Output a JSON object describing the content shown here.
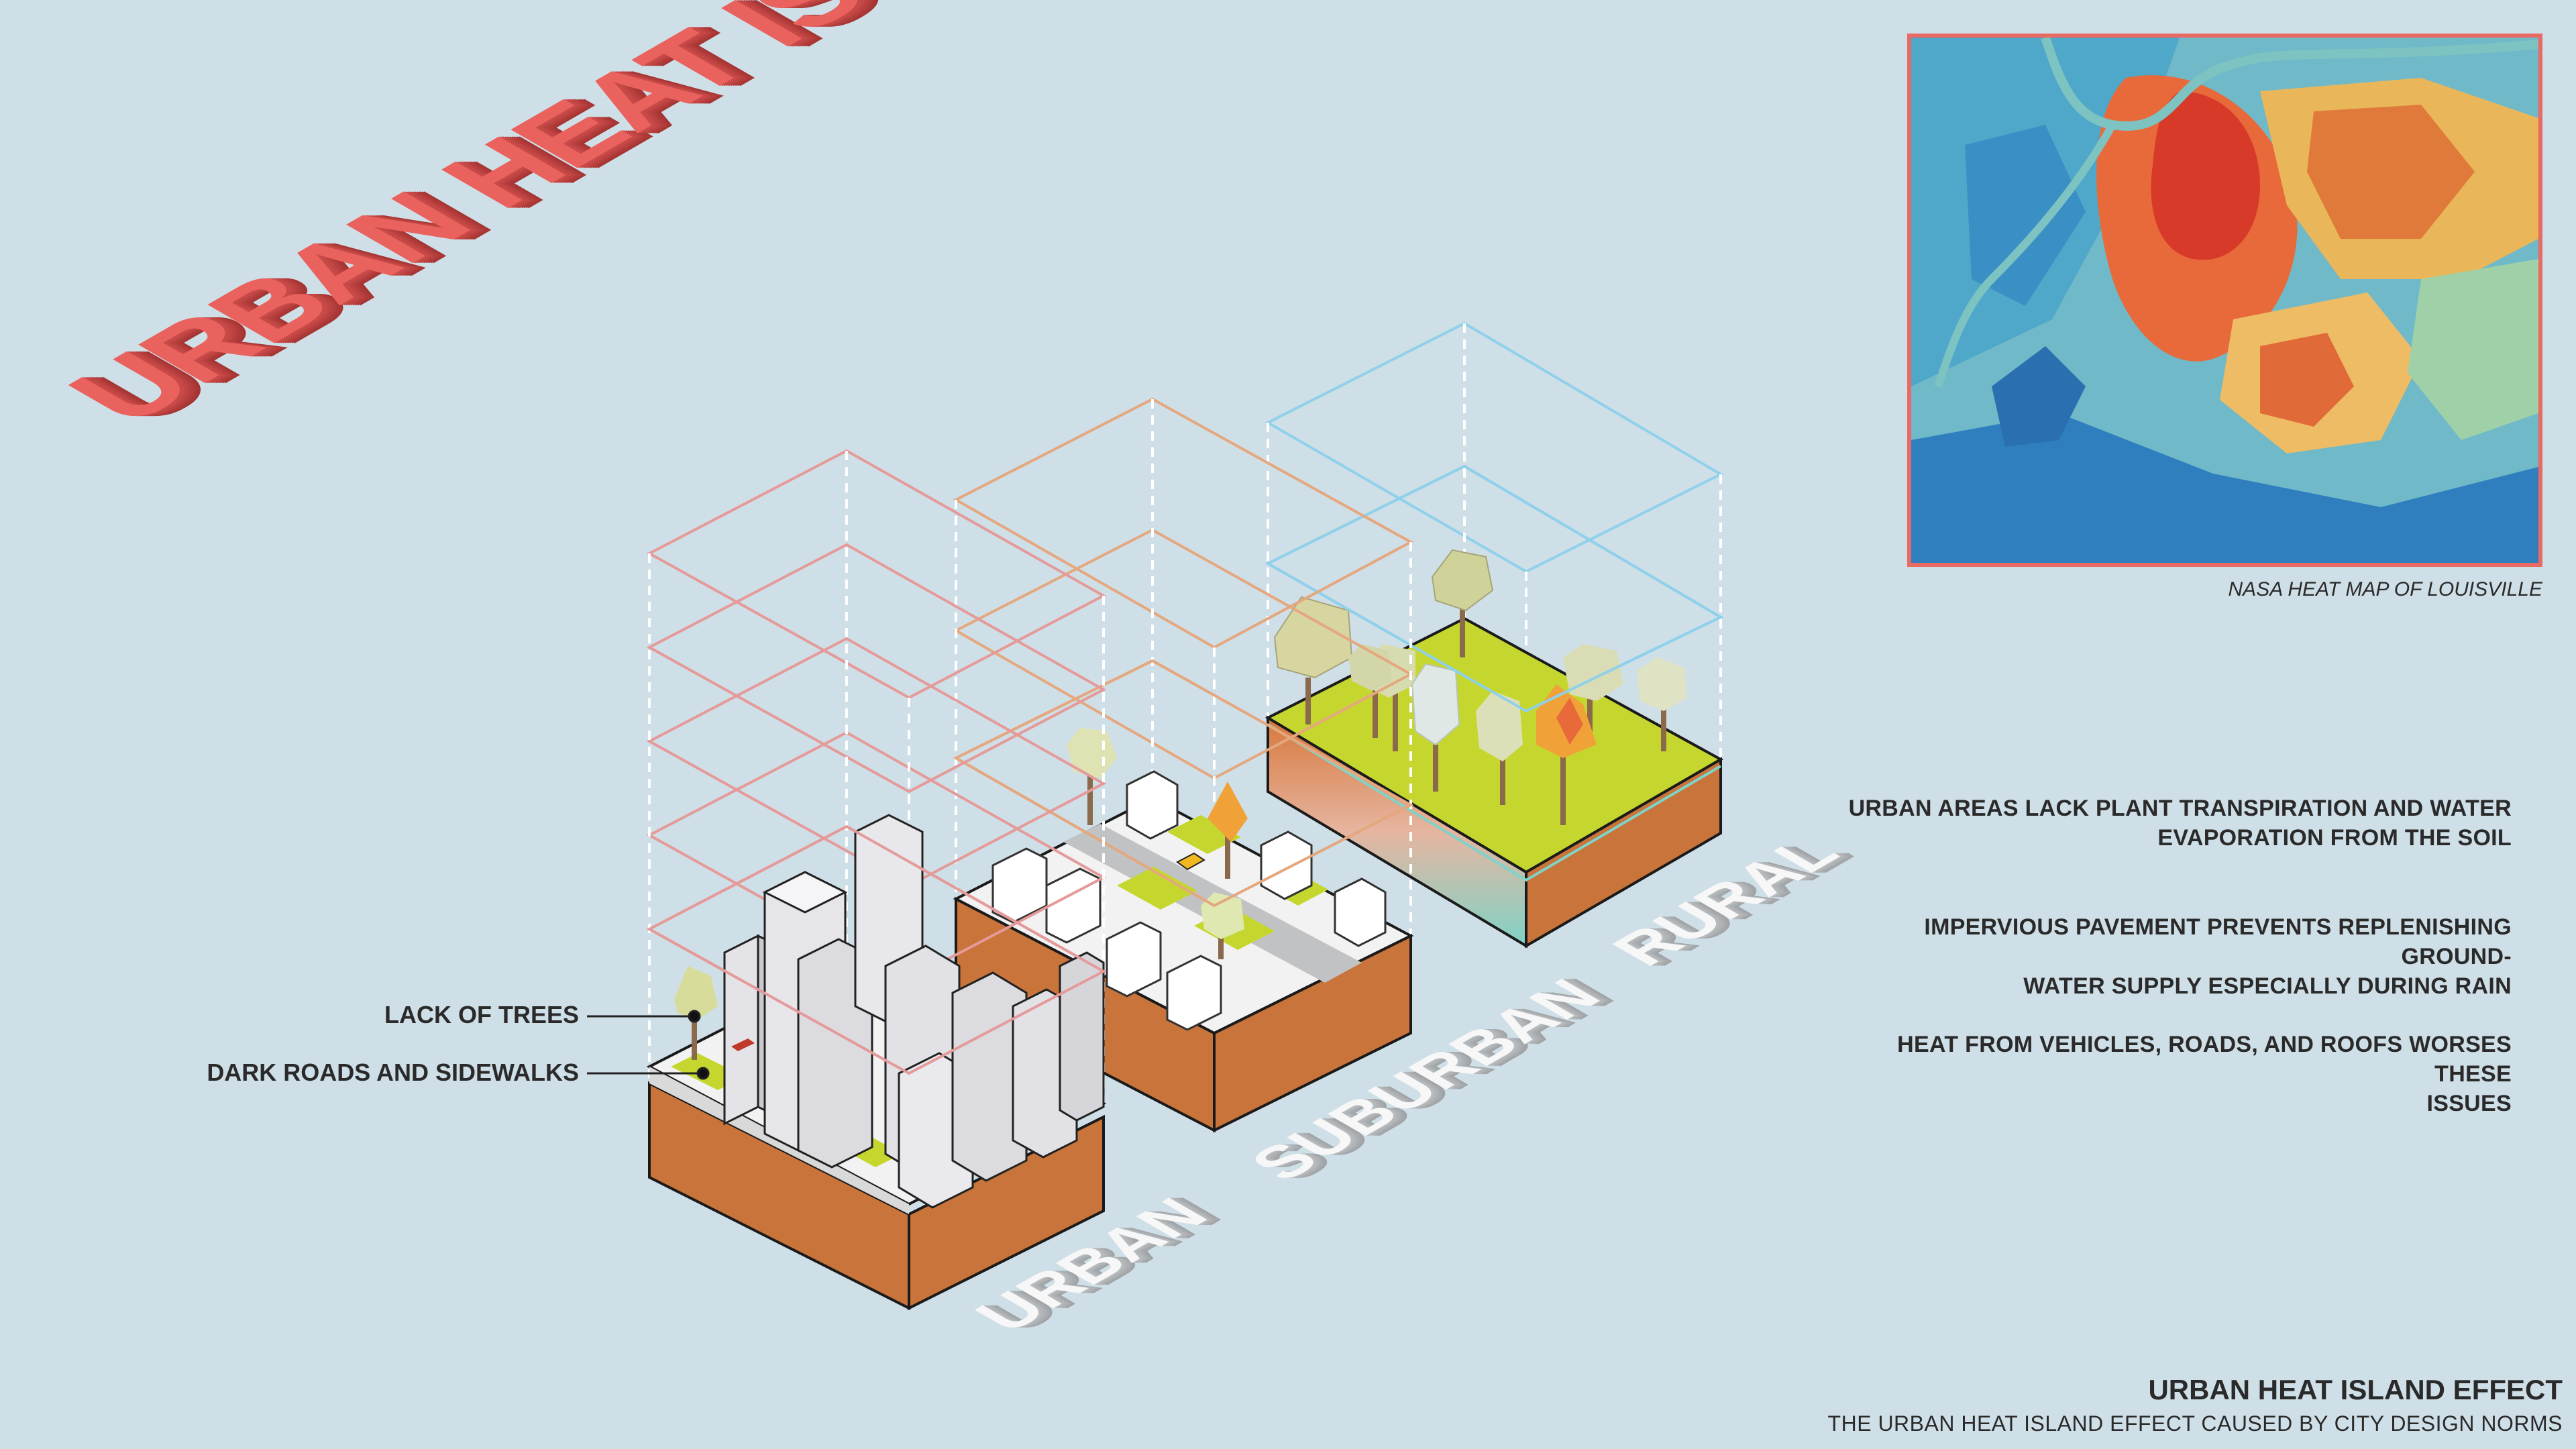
{
  "title": "URBAN HEAT ISLAND",
  "zones": {
    "urban": "URBAN",
    "suburban": "SUBURBAN",
    "rural": "RURAL"
  },
  "callouts": {
    "lack_of_trees": "LACK OF TREES",
    "dark_roads": "DARK ROADS AND SIDEWALKS"
  },
  "map": {
    "caption": "NASA HEAT MAP OF LOUISVILLE"
  },
  "info_points": [
    {
      "line1": "URBAN AREAS LACK PLANT TRANSPIRATION AND WATER",
      "line2": "EVAPORATION FROM THE SOIL"
    },
    {
      "line1": "IMPERVIOUS PAVEMENT PREVENTS REPLENISHING GROUND-",
      "line2": "WATER SUPPLY ESPECIALLY DURING RAIN"
    },
    {
      "line1": "HEAT FROM VEHICLES, ROADS, AND ROOFS WORSES THESE",
      "line2": "ISSUES"
    }
  ],
  "footer": {
    "title": "URBAN HEAT ISLAND EFFECT",
    "subtitle": "THE URBAN HEAT ISLAND EFFECT CAUSED BY CITY DESIGN NORMS"
  },
  "colors": {
    "background": "#cfdfe7",
    "title_red": "#e9625e",
    "soil": "#c8743a",
    "grass": "#c5d72e",
    "urban_lines": "#e59a9a",
    "suburban_lines": "#e4a77e",
    "rural_lines": "#8fd0ea",
    "map_border": "#e86a62"
  }
}
